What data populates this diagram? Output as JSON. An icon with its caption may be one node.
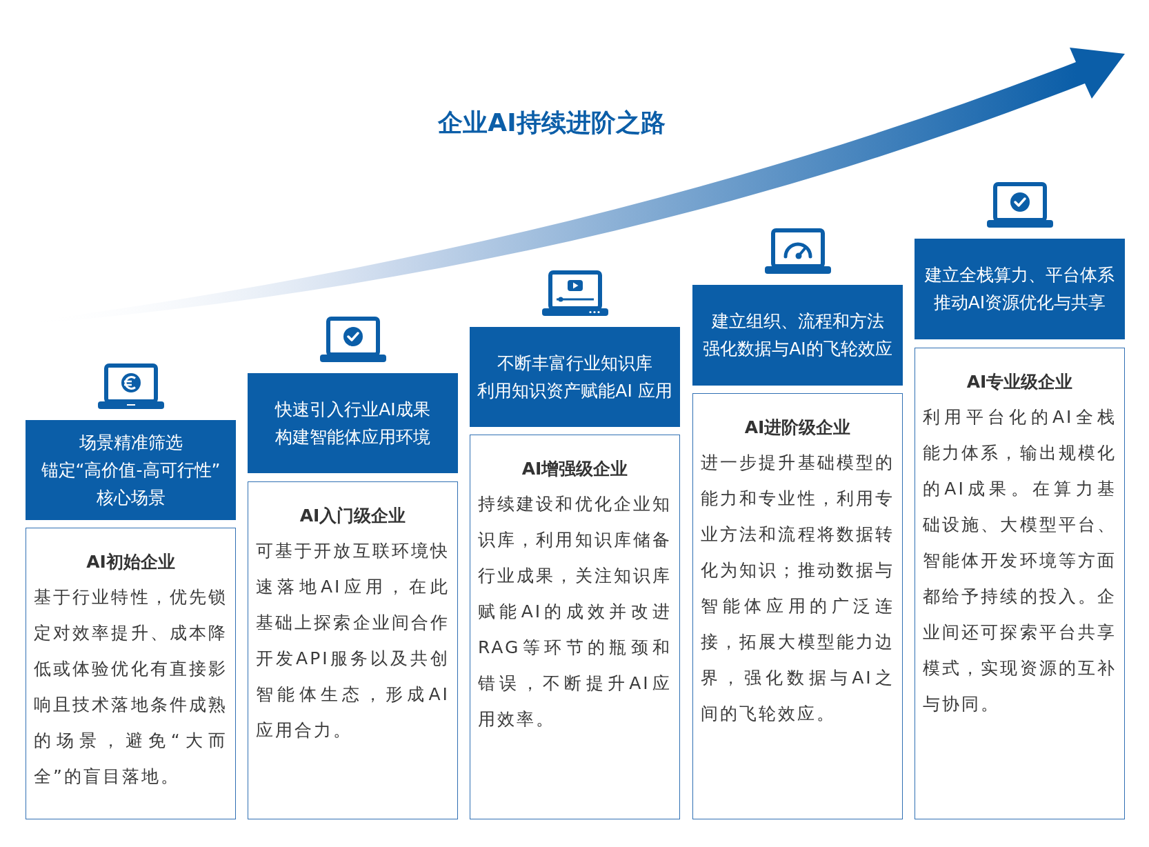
{
  "diagram": {
    "title": "企业AI持续进阶之路",
    "nodes": [
      {
        "text": [
          "场景精准筛选",
          "锚定“高价值-高可行性”核心场景"
        ]
      },
      {
        "text": [
          "AI初始企业",
          "基于行业特性，优先锁定对效率提升、成本降低或体验优化有直接影响且技术落地条件成熟的场景，避免“大而全”的盲目落地。"
        ]
      },
      {
        "text": [
          "快速引入行业AI成果",
          "构建智能体应用环境"
        ]
      },
      {
        "text": [
          "AI入门级企业",
          "可基于开放互联环境快速落地AI应用，在此基础上探索企业间合作开发API服务以及共创智能体生态，形成AI应用合力。"
        ]
      },
      {
        "text": [
          "不断丰富行业知识库",
          "利用知识资产赋能AI 应用"
        ]
      },
      {
        "text": [
          "AI增强级企业",
          "持续建设和优化企业知识库，利用知识库储备行业成果，关注知识库赋能AI的成效并改进RAG等环节的瓶颈和错误，不断提升AI应用效率。"
        ]
      },
      {
        "text": [
          "建立组织、流程和方法",
          "强化数据与AI的飞轮效应"
        ]
      },
      {
        "text": [
          "AI进阶级企业",
          "进一步提升基础模型的能力和专业性，利用专业方法和流程将数据转化为知识；推动数据与智能体应用的广泛连接，拓展大模型能力边界，强化数据与AI之间的飞轮效应。"
        ]
      },
      {
        "text": [
          "建立全栈算力、平台体系",
          "推动AI资源优化与共享"
        ]
      },
      {
        "text": [
          "AI专业级企业",
          "利用平台化的AI全栈能力体系，输出规模化的AI成果。在算力基础设施、大模型平台、智能体开发环境等方面都给予持续的投入。企业间还可探索平台共享模式，实现资源的互补与协同。"
        ]
      }
    ]
  }
}
